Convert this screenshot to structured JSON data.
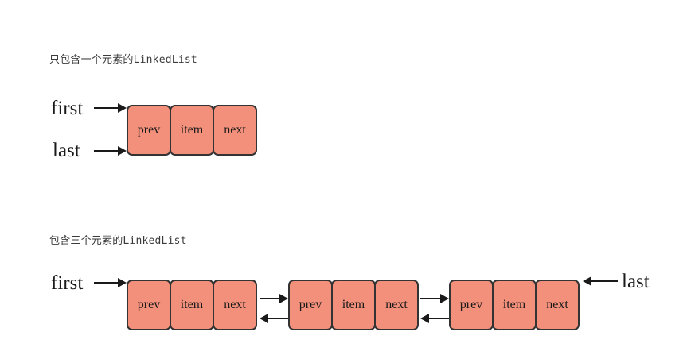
{
  "page": {
    "background": "#ffffff",
    "node_fill": "#F2907B",
    "node_border": "#333333",
    "arrow_color": "#1a1a1a"
  },
  "diagrams": [
    {
      "caption": "只包含一个元素的LinkedList",
      "pointers": [
        {
          "label": "first"
        },
        {
          "label": "last"
        }
      ],
      "nodes": [
        {
          "cells": [
            "prev",
            "item",
            "next"
          ]
        }
      ]
    },
    {
      "caption": "包含三个元素的LinkedList",
      "pointers": [
        {
          "label": "first"
        },
        {
          "label": "last"
        }
      ],
      "nodes": [
        {
          "cells": [
            "prev",
            "item",
            "next"
          ]
        },
        {
          "cells": [
            "prev",
            "item",
            "next"
          ]
        },
        {
          "cells": [
            "prev",
            "item",
            "next"
          ]
        }
      ]
    }
  ]
}
